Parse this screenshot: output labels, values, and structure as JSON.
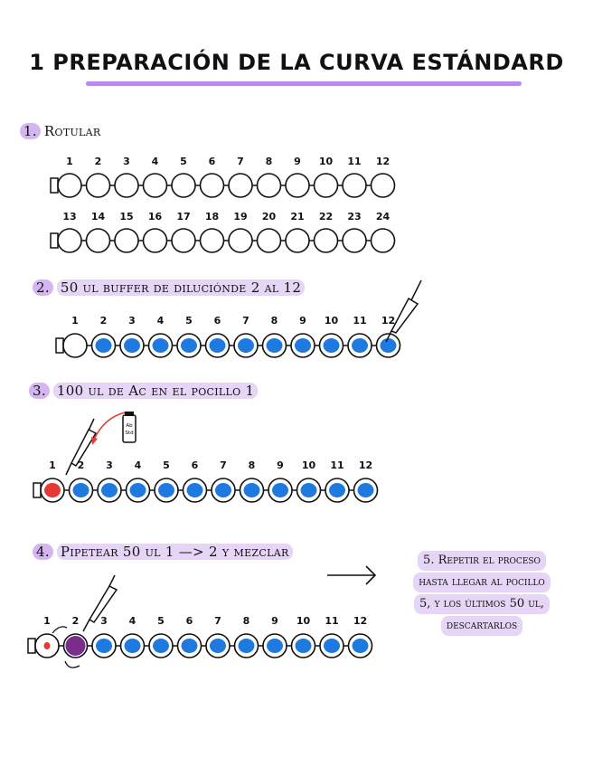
{
  "title": "1 PREPARACIÓN DE LA CURVA ESTÁNDARD",
  "steps": {
    "s1": {
      "num": "1.",
      "text": "Rotular"
    },
    "s2": {
      "num": "2.",
      "text": "50 ul buffer de diluciónde 2 al 12"
    },
    "s3": {
      "num": "3.",
      "text": "100 ul de Ac en el pocillo 1"
    },
    "s4": {
      "num": "4.",
      "text": "Pipetear 50 ul 1 —> 2 y mezclar"
    },
    "s5": {
      "num": "5.",
      "line1": "Repetir el proceso",
      "line2": "hasta llegar al pocillo",
      "line3": "5, y los últimos 50 ul,",
      "line4": "descartarlos"
    }
  },
  "strip_numbers_a": [
    "1",
    "2",
    "3",
    "4",
    "5",
    "6",
    "7",
    "8",
    "9",
    "10",
    "11",
    "12"
  ],
  "strip_numbers_b": [
    "13",
    "14",
    "15",
    "16",
    "17",
    "18",
    "19",
    "20",
    "21",
    "22",
    "23",
    "24"
  ],
  "vial_label": [
    "Ab",
    "Std"
  ],
  "colors": {
    "accent_purple": "#b98be6",
    "label_highlight": "#e6d5f6",
    "buffer_blue": "#1f7ae0",
    "antibody_red": "#e53935",
    "mixed_purple": "#7b2d8b"
  }
}
